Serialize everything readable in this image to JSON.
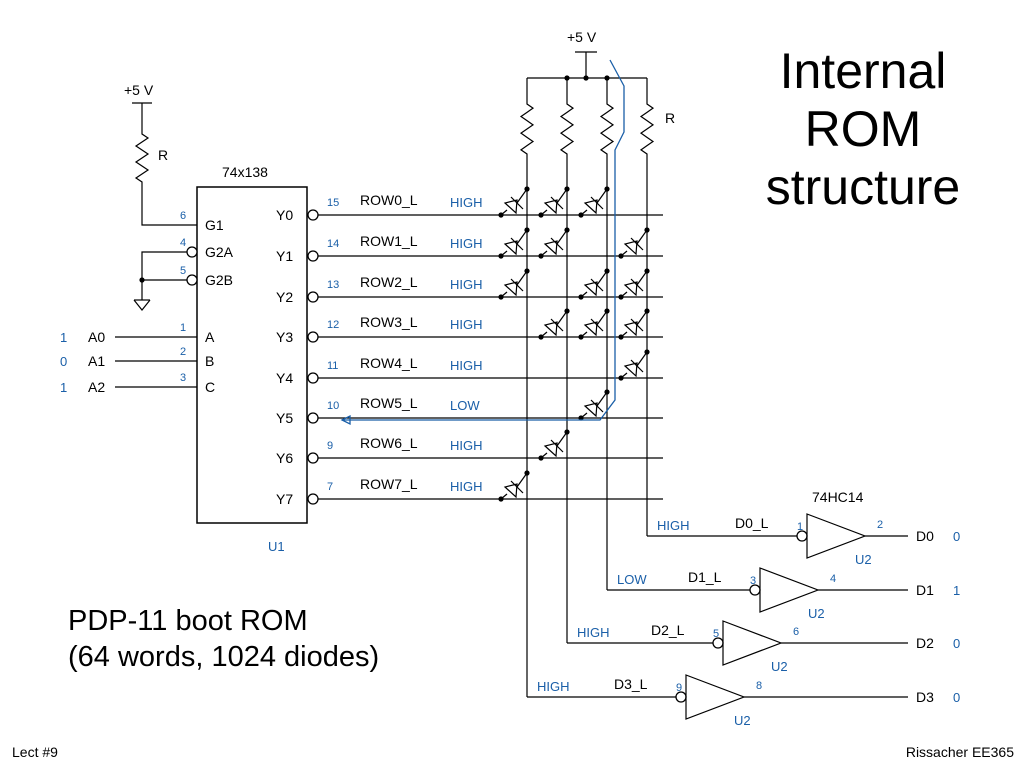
{
  "slide": {
    "title_line1": "Internal",
    "title_line2": "ROM",
    "title_line3": "structure",
    "caption_line1": "PDP-11 boot ROM",
    "caption_line2": "(64 words, 1024 diodes)",
    "footer_left": "Lect #9",
    "footer_right": "Rissacher EE365"
  },
  "decoder": {
    "part": "74x138",
    "ref": "U1",
    "vcc_label": "+5 V",
    "resistor": "R",
    "enable_inputs": [
      {
        "name": "G1",
        "pin": "6"
      },
      {
        "name": "G2A",
        "pin": "4"
      },
      {
        "name": "G2B",
        "pin": "5"
      }
    ],
    "address_inputs": [
      {
        "signal": "A0",
        "value": "1",
        "pin": "1",
        "port": "A"
      },
      {
        "signal": "A1",
        "value": "0",
        "pin": "2",
        "port": "B"
      },
      {
        "signal": "A2",
        "value": "1",
        "pin": "3",
        "port": "C"
      }
    ],
    "outputs": [
      {
        "port": "Y0",
        "pin": "15",
        "row": "ROW0_L",
        "level": "HIGH"
      },
      {
        "port": "Y1",
        "pin": "14",
        "row": "ROW1_L",
        "level": "HIGH"
      },
      {
        "port": "Y2",
        "pin": "13",
        "row": "ROW2_L",
        "level": "HIGH"
      },
      {
        "port": "Y3",
        "pin": "12",
        "row": "ROW3_L",
        "level": "HIGH"
      },
      {
        "port": "Y4",
        "pin": "11",
        "row": "ROW4_L",
        "level": "HIGH"
      },
      {
        "port": "Y5",
        "pin": "10",
        "row": "ROW5_L",
        "level": "LOW"
      },
      {
        "port": "Y6",
        "pin": "9",
        "row": "ROW6_L",
        "level": "HIGH"
      },
      {
        "port": "Y7",
        "pin": "7",
        "row": "ROW7_L",
        "level": "HIGH"
      }
    ]
  },
  "array": {
    "vcc_label": "+5 V",
    "resistor": "R",
    "diodes": [
      [
        1,
        1,
        1,
        0
      ],
      [
        1,
        1,
        0,
        1
      ],
      [
        1,
        0,
        1,
        1
      ],
      [
        0,
        1,
        1,
        1
      ],
      [
        0,
        0,
        0,
        1
      ],
      [
        0,
        0,
        1,
        0
      ],
      [
        0,
        1,
        0,
        0
      ],
      [
        1,
        0,
        0,
        0
      ]
    ]
  },
  "buffers": {
    "part": "74HC14",
    "ref": "U2",
    "outputs": [
      {
        "line": "D0_L",
        "level": "HIGH",
        "pin_in": "1",
        "pin_out": "2",
        "data": "D0",
        "value": "0"
      },
      {
        "line": "D1_L",
        "level": "LOW",
        "pin_in": "3",
        "pin_out": "4",
        "data": "D1",
        "value": "1"
      },
      {
        "line": "D2_L",
        "level": "HIGH",
        "pin_in": "5",
        "pin_out": "6",
        "data": "D2",
        "value": "0"
      },
      {
        "line": "D3_L",
        "level": "HIGH",
        "pin_in": "9",
        "pin_out": "8",
        "data": "D3",
        "value": "0"
      }
    ]
  },
  "colors": {
    "wire": "#000000",
    "annotation": "#1a5fa8"
  }
}
